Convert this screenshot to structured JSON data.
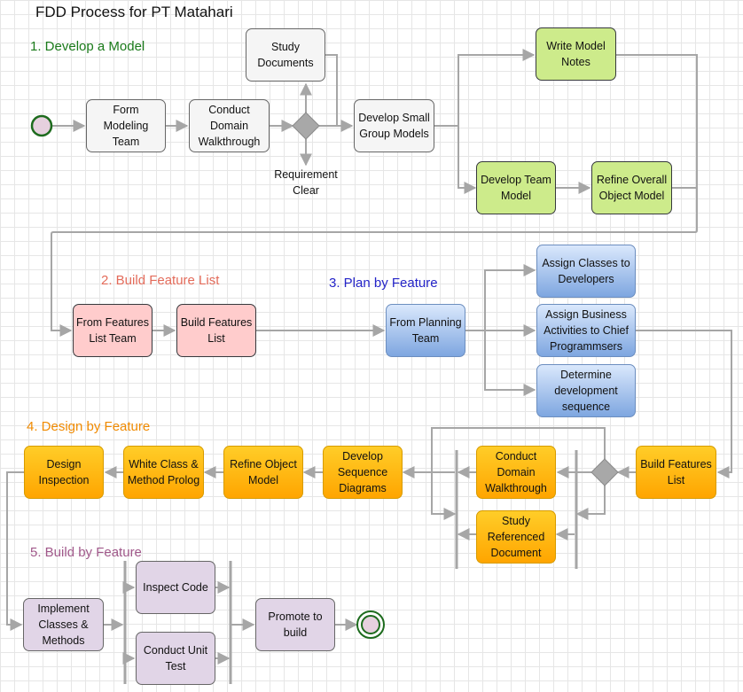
{
  "title": "FDD Process for PT Matahari",
  "phases": {
    "p1": {
      "label": "1. Develop a Model",
      "color": "#1a7a1a"
    },
    "p2": {
      "label": "2. Build Feature List",
      "color": "#e36b5a"
    },
    "p3": {
      "label": "3. Plan by Feature",
      "color": "#2424c8"
    },
    "p4": {
      "label": "4. Design by Feature",
      "color": "#f08a00"
    },
    "p5": {
      "label": "5. Build by Feature",
      "color": "#a0588a"
    }
  },
  "nodes": {
    "form_team": "Form Modeling Team",
    "conduct_walk": "Conduct Domain Walkthrough",
    "study_docs": "Study Documents",
    "small_models": "Develop Small Group Models",
    "write_notes": "Write Model Notes",
    "team_model": "Develop Team Model",
    "refine_overall": "Refine Overall Object Model",
    "features_team": "From Features List Team",
    "build_list": "Build Features List",
    "planning_team": "From Planning Team",
    "assign_classes": "Assign Classes to Developers",
    "assign_activities": "Assign Business Activities to Chief Programmsers",
    "determine_seq": "Determine development sequence",
    "build_list2": "Build Features List",
    "conduct_walk2": "Conduct Domain Walkthrough",
    "study_ref": "Study Referenced Document",
    "develop_seq": "Develop Sequence Diagrams",
    "refine_obj": "Refine Object Model",
    "white_class": "White Class & Method Prolog",
    "design_insp": "Design Inspection",
    "implement": "Implement Classes & Methods",
    "inspect_code": "Inspect Code",
    "unit_test": "Conduct Unit Test",
    "promote": "Promote to build"
  },
  "labels": {
    "req_clear": "Requirement Clear"
  }
}
